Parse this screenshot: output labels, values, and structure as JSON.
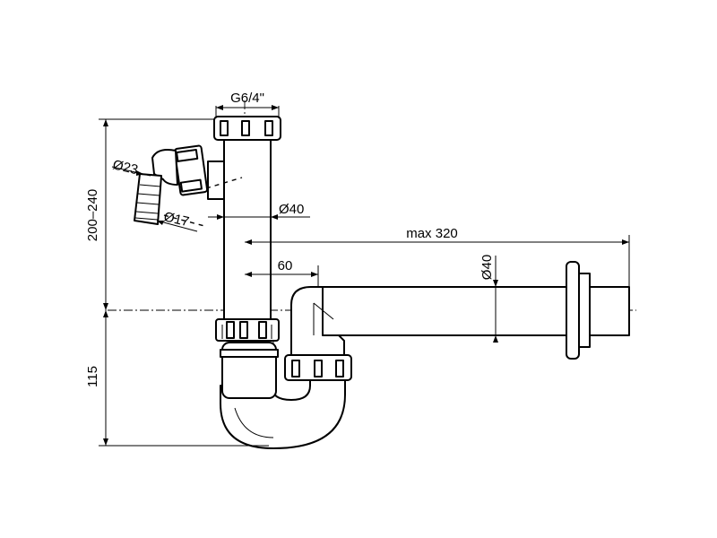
{
  "dimensions": {
    "thread": "G6/4\"",
    "inlet_outer_diameter": "Ø23",
    "inlet_inner_diameter": "Ø17",
    "pipe_diameter_vertical": "Ø40",
    "pipe_diameter_horizontal": "Ø40",
    "max_length": "max 320",
    "offset": "60",
    "height_range": "200–240",
    "bottom_height": "115"
  }
}
